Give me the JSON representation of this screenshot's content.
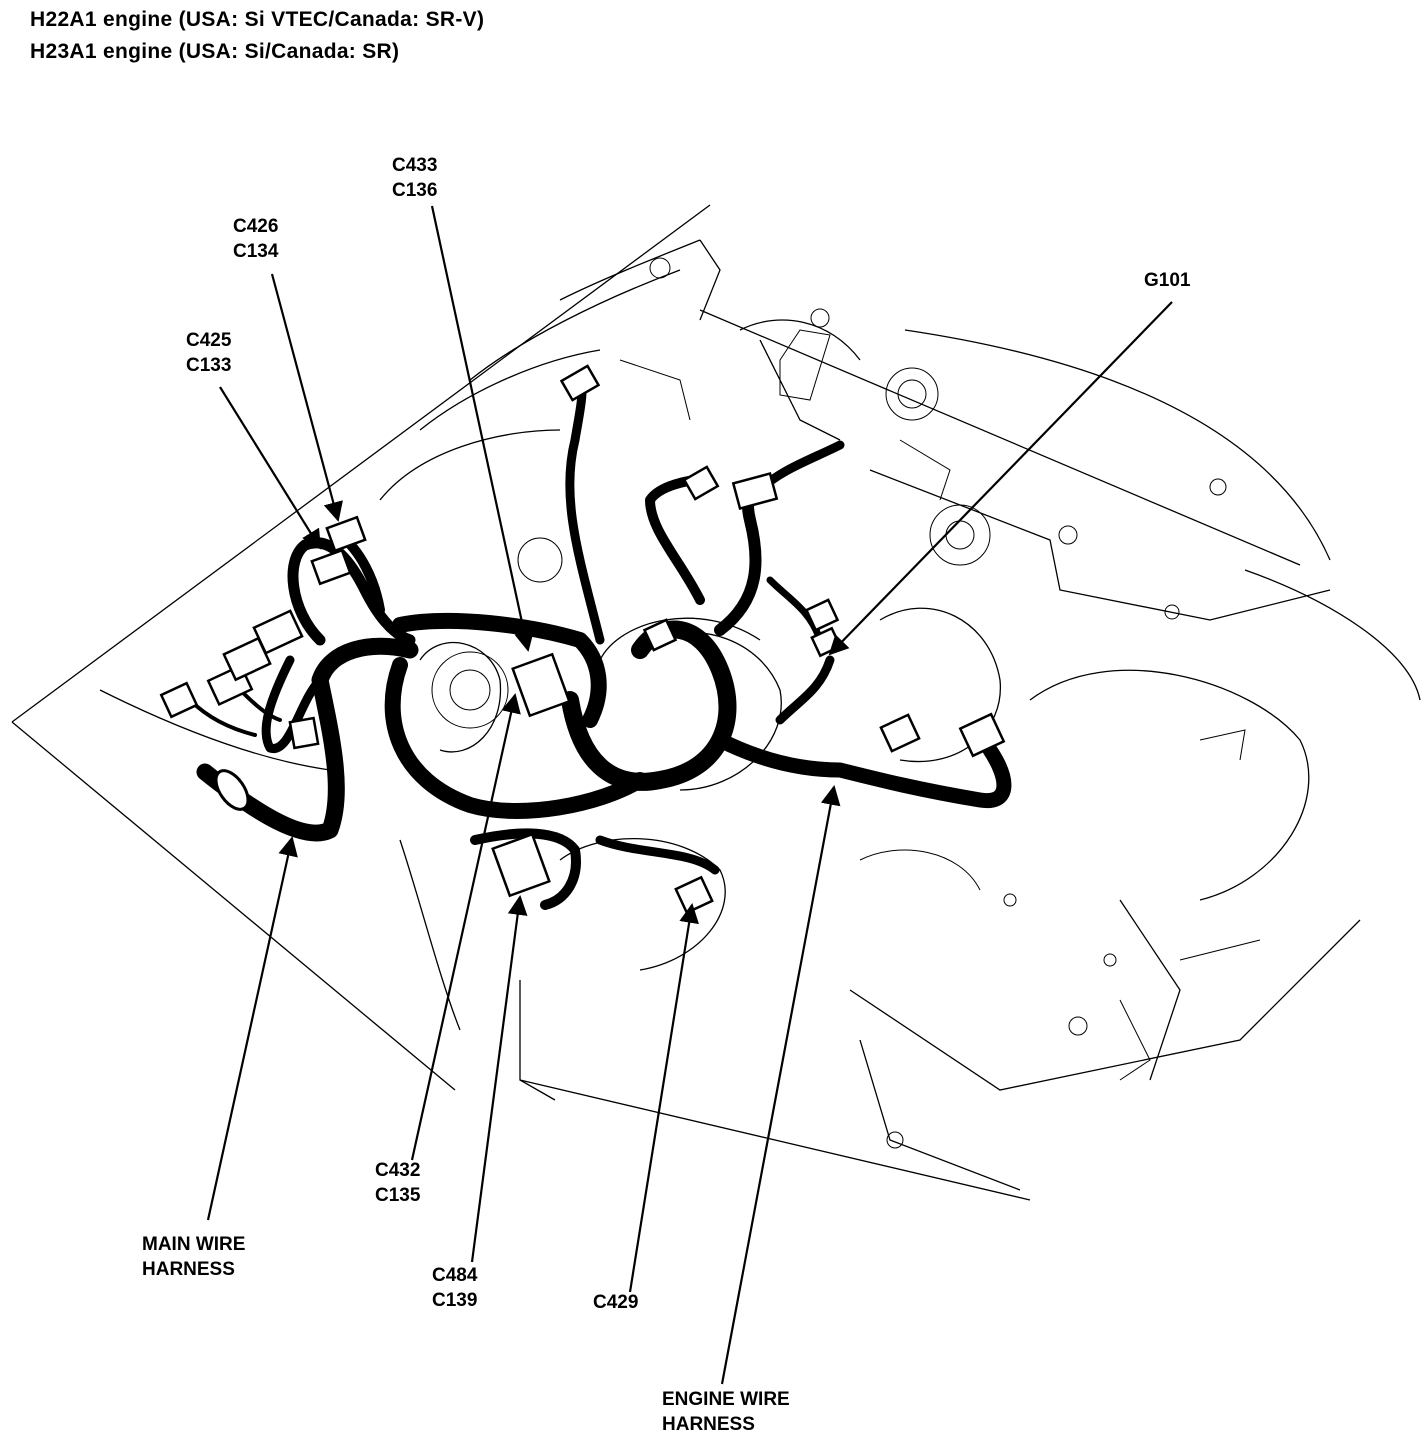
{
  "header": {
    "line1": "H22A1 engine (USA: Si VTEC/Canada: SR-V)",
    "line2": "H23A1 engine (USA: Si/Canada: SR)"
  },
  "callouts": {
    "c433": [
      "C433",
      "C136"
    ],
    "c426": [
      "C426",
      "C134"
    ],
    "c425": [
      "C425",
      "C133"
    ],
    "g101": [
      "G101"
    ],
    "c432": [
      "C432",
      "C135"
    ],
    "main_harness": [
      "MAIN WIRE",
      "HARNESS"
    ],
    "c484": [
      "C484",
      "C139"
    ],
    "c429": [
      "C429"
    ],
    "engine_harness": [
      "ENGINE WIRE",
      "HARNESS"
    ]
  }
}
